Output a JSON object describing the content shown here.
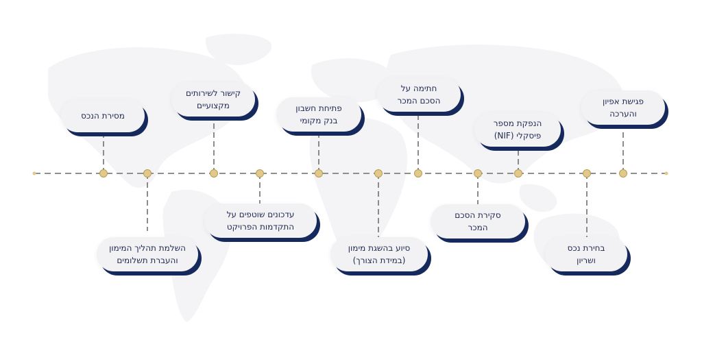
{
  "diagram": {
    "colors": {
      "card_bg": "#f2f1f4",
      "card_shadow": "#16295d",
      "text": "#1f2a4f",
      "timeline": "#8e8e8e",
      "connector": "#707070",
      "marker": "#e2c98a",
      "marker_stroke": "#b79b55",
      "map": "#f4f4f6"
    },
    "steps": [
      {
        "lines": [
          "פגישת אפיון",
          "והערכה"
        ],
        "position": "above"
      },
      {
        "lines": [
          "בחירת נכס",
          "ושריון"
        ],
        "position": "below"
      },
      {
        "lines": [
          "הנפקת מספר",
          "פיסקלי (NIF)"
        ],
        "position": "above"
      },
      {
        "lines": [
          "סקירת הסכם",
          "המכר"
        ],
        "position": "below"
      },
      {
        "lines": [
          "חתימה על",
          "הסכם המכר"
        ],
        "position": "above"
      },
      {
        "lines": [
          "סיוע בהשגת מימון",
          "(במידת הצורך)"
        ],
        "position": "below"
      },
      {
        "lines": [
          "פתיחת חשבון",
          "בנק מקומי"
        ],
        "position": "above"
      },
      {
        "lines": [
          "עדכונים שוטפים על",
          "התקדמות הפרויקט"
        ],
        "position": "below"
      },
      {
        "lines": [
          "קישור לשירותים",
          "מקצועיים"
        ],
        "position": "above"
      },
      {
        "lines": [
          "השלמת תהליך המימון",
          "והעברת תשלומים"
        ],
        "position": "below"
      },
      {
        "lines": [
          "מסירת הנכס"
        ],
        "position": "above"
      }
    ]
  }
}
